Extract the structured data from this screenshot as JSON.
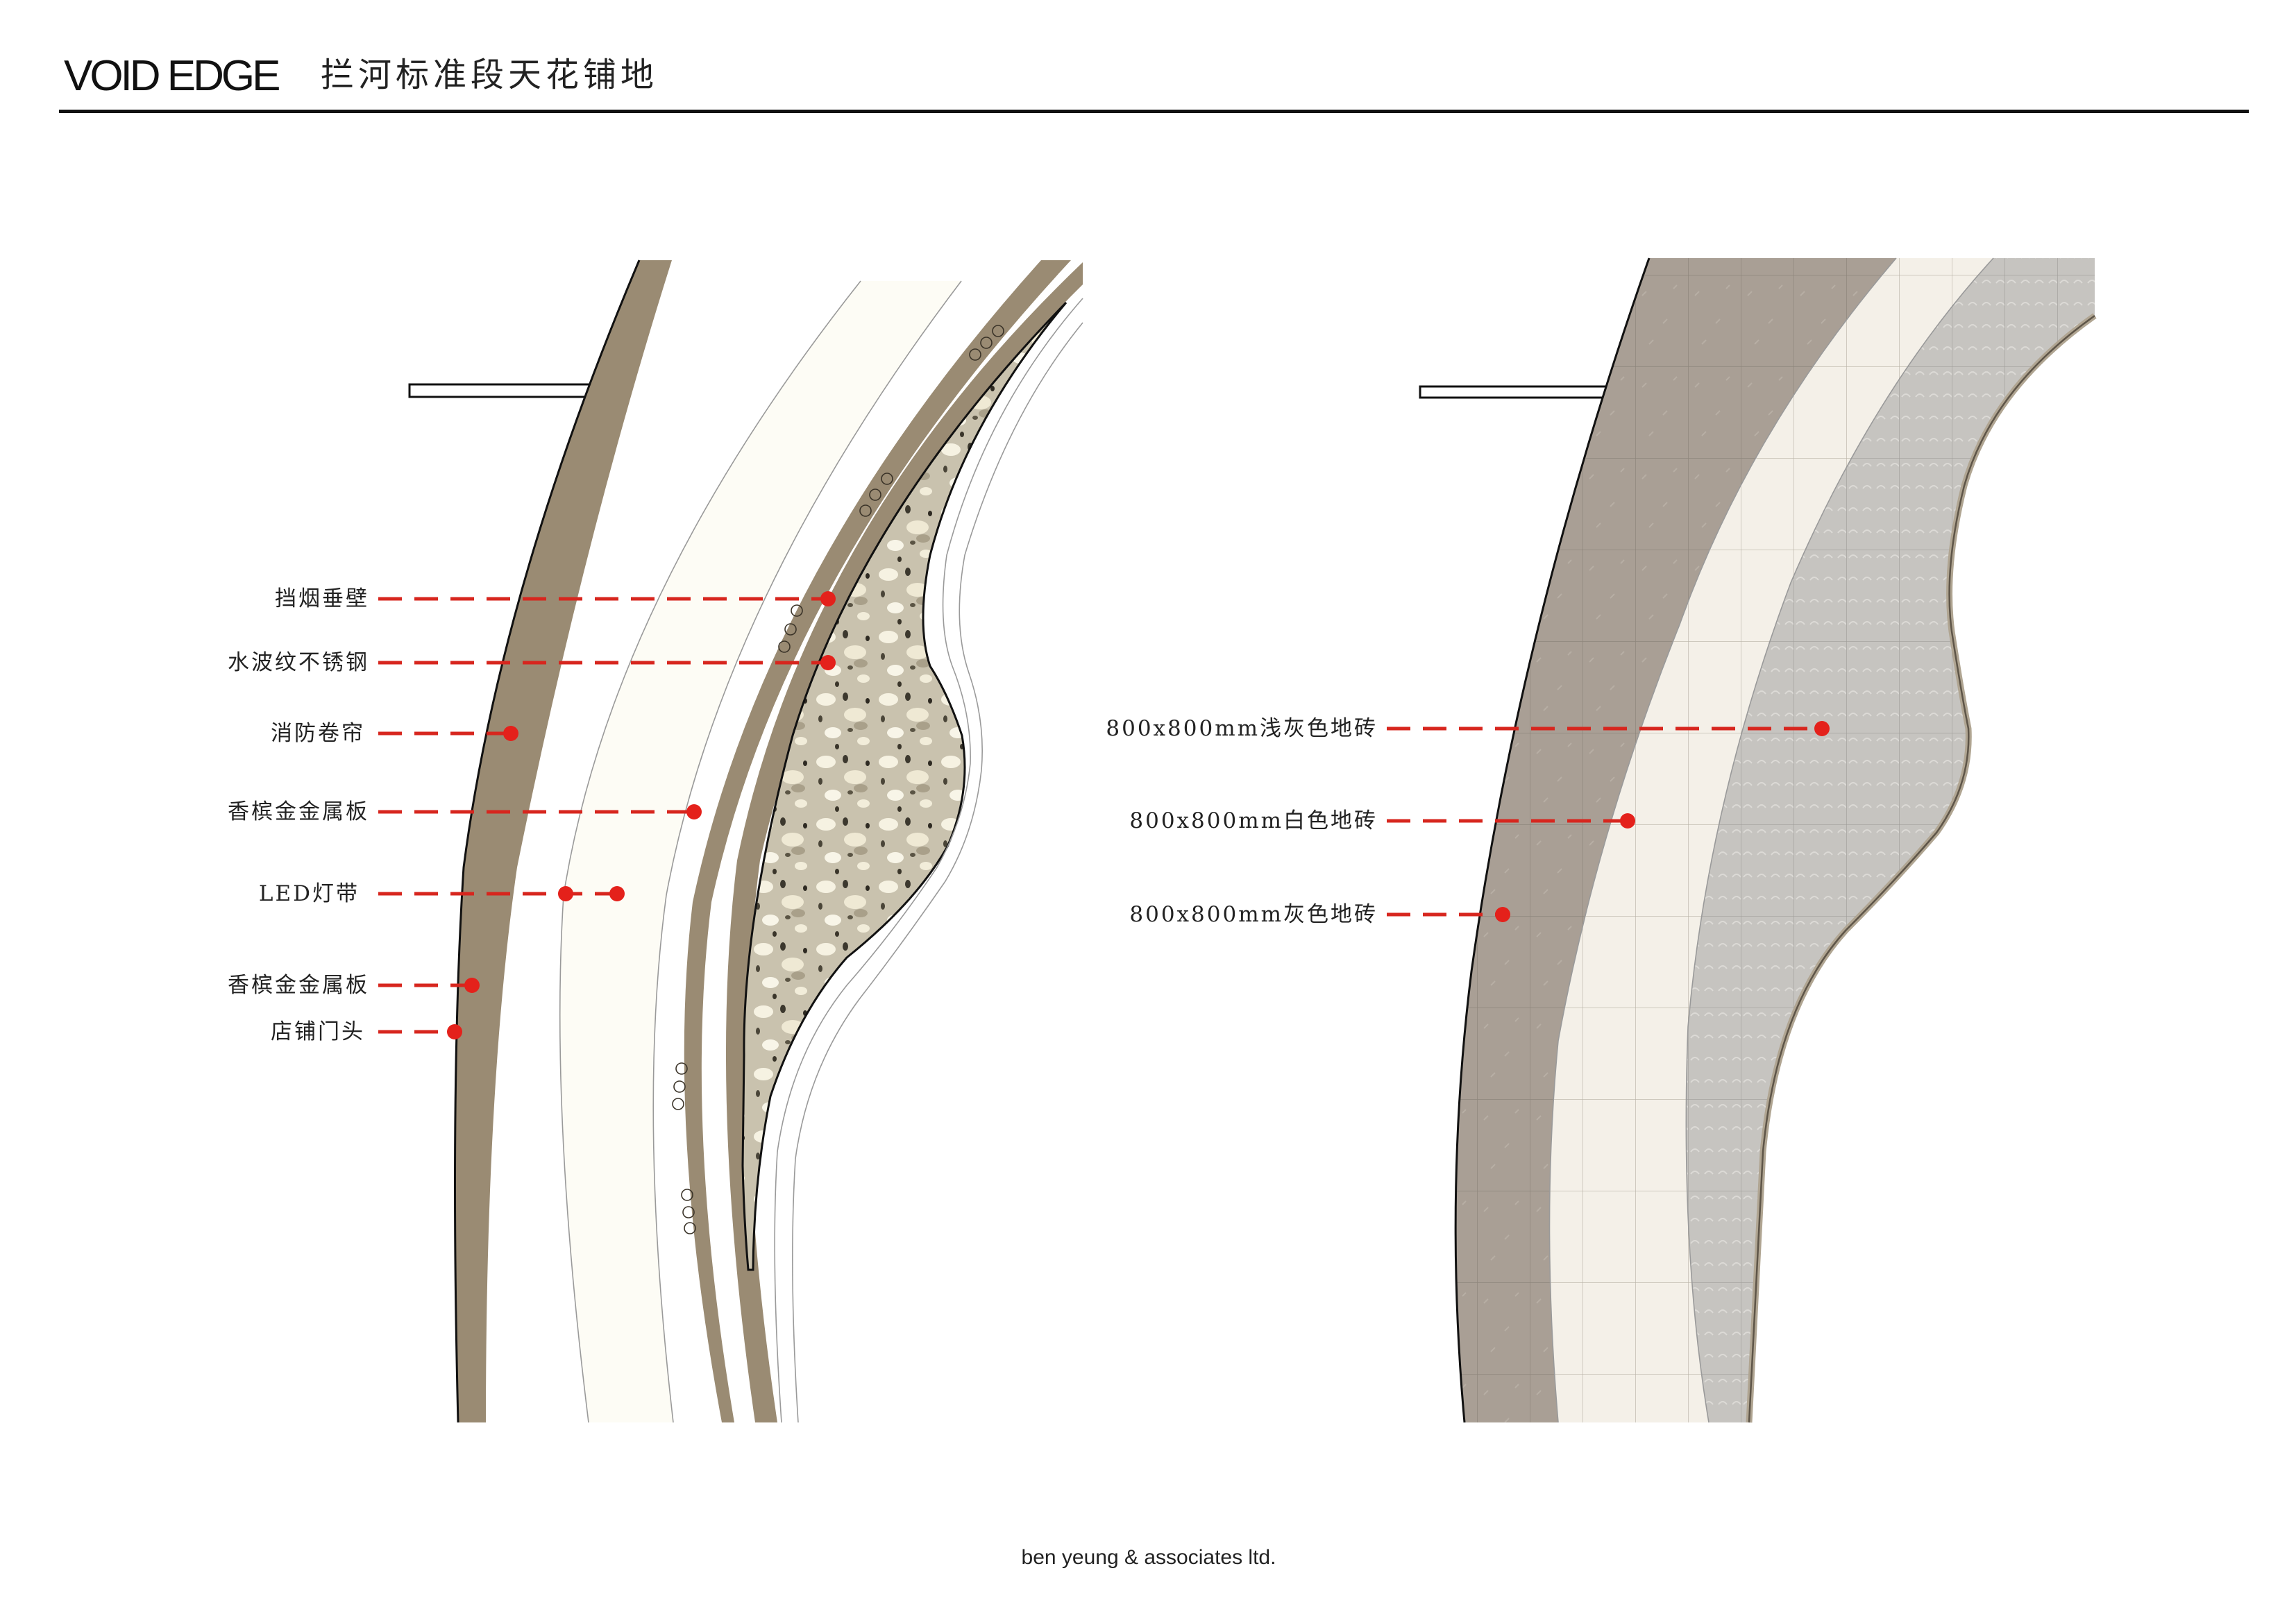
{
  "header": {
    "brand": "VOID EDGE",
    "title": "拦河标准段天花铺地"
  },
  "left_diagram": {
    "name": "ceiling-plan",
    "callouts": [
      {
        "label": "挡烟垂壁",
        "target": "smoke-barrier"
      },
      {
        "label": "水波纹不锈钢",
        "target": "water-ripple-stainless-steel"
      },
      {
        "label": "消防卷帘",
        "target": "fire-shutter"
      },
      {
        "label": "香槟金金属板",
        "target": "champagne-gold-metal-panel-inner"
      },
      {
        "label": "LED灯带",
        "target": "led-strip"
      },
      {
        "label": "香槟金金属板",
        "target": "champagne-gold-metal-panel-outer"
      },
      {
        "label": "店铺门头",
        "target": "shop-front"
      }
    ]
  },
  "right_diagram": {
    "name": "floor-plan",
    "callouts": [
      {
        "label": "800x800mm浅灰色地砖",
        "target": "light-grey-tile"
      },
      {
        "label": "800x800mm白色地砖",
        "target": "white-tile"
      },
      {
        "label": "800x800mm灰色地砖",
        "target": "grey-tile"
      }
    ]
  },
  "colors": {
    "callout": "#e4211b",
    "bronze": "#9a8b73",
    "grey_tile": "#a89e94",
    "white_tile": "#f3efe6",
    "light_grey_tile": "#c4c2be"
  },
  "footer": {
    "company": "ben yeung & associates ltd."
  }
}
